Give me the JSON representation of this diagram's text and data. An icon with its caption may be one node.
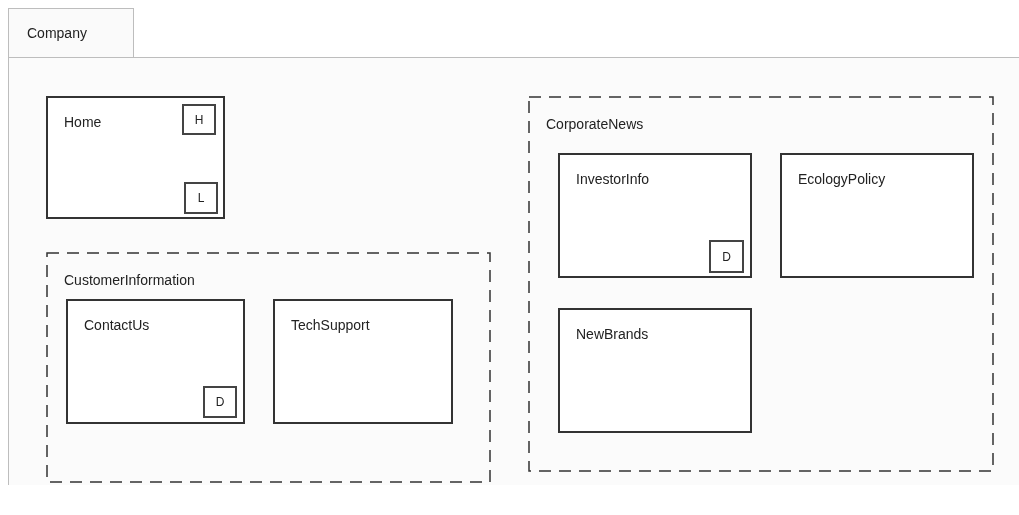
{
  "diagram": {
    "nodes": [
      {
        "text": [
          "Company"
        ]
      },
      {
        "text": [
          "Home"
        ],
        "in": 0
      },
      {
        "text": [
          "H"
        ],
        "in": 1
      },
      {
        "text": [
          "L"
        ],
        "in": 1
      },
      {
        "text": [
          "CustomerInformation"
        ],
        "in": 0
      },
      {
        "text": [
          "ContactUs"
        ],
        "in": 4
      },
      {
        "text": [
          "D"
        ],
        "in": 5
      },
      {
        "text": [
          "TechSupport"
        ],
        "in": 4
      },
      {
        "text": [
          "CorporateNews"
        ],
        "in": 0
      },
      {
        "text": [
          "InvestorInfo"
        ],
        "in": 8
      },
      {
        "text": [
          "D"
        ],
        "in": 9
      },
      {
        "text": [
          "EcologyPolicy"
        ],
        "in": 8
      },
      {
        "text": [
          "NewBrands"
        ],
        "in": 8
      }
    ]
  }
}
